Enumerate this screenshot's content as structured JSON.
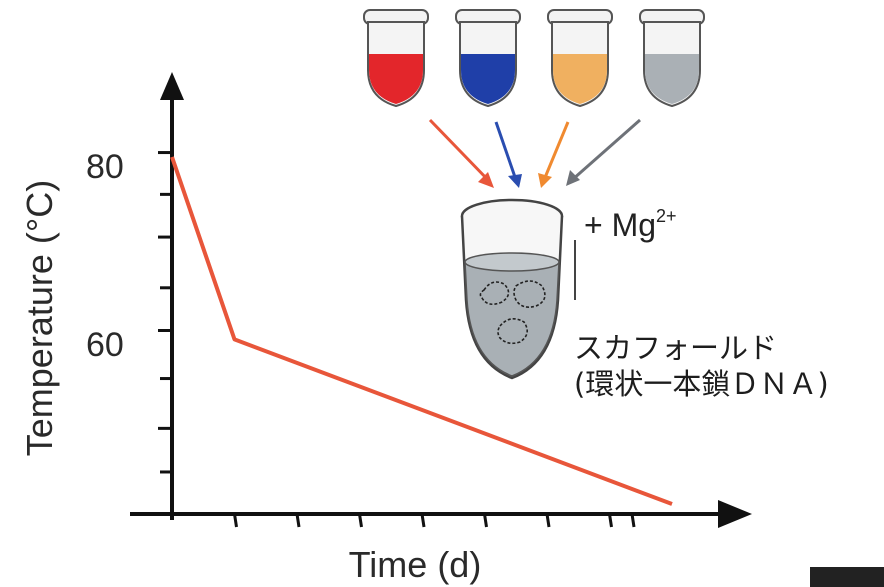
{
  "chart_data": {
    "type": "line",
    "xlabel": "Time (d)",
    "ylabel": "Temperature (°C)",
    "y_ticks": [
      80,
      60
    ],
    "ylim": [
      40,
      85
    ],
    "series": [
      {
        "color": "#e8563a",
        "points": [
          [
            0,
            81
          ],
          [
            1,
            60.5
          ],
          [
            8,
            42
          ]
        ]
      }
    ],
    "grid": false
  },
  "diagram": {
    "tubes": [
      {
        "color": "red",
        "fill": "#e3262b"
      },
      {
        "color": "blue",
        "fill": "#1f3fa8"
      },
      {
        "color": "orange",
        "fill": "#f0b060"
      },
      {
        "color": "gray",
        "fill": "#aab0b5"
      }
    ],
    "arrow_colors": [
      "#e8563a",
      "#2a4db0",
      "#f08a30",
      "#6e7278"
    ],
    "mixing_tube_fill": "#a9b0b5",
    "mg_label": "+ Mg",
    "mg_superscript": "2+",
    "caption_line1": "スカフォールド",
    "caption_line2": "(環状一本鎖ＤＮＡ)"
  }
}
